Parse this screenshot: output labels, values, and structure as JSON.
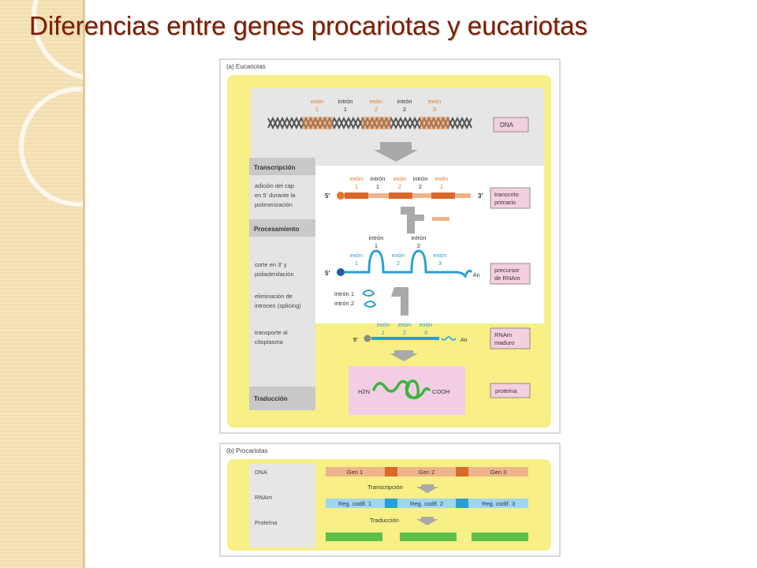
{
  "slide": {
    "title": "Diferencias entre genes procariotas y eucariotas"
  },
  "panel_a": {
    "header": "(a) Eucariotas",
    "gene_labels": [
      {
        "top": "exón",
        "bottom": "1",
        "type": "exon"
      },
      {
        "top": "intrón",
        "bottom": "1",
        "type": "intron"
      },
      {
        "top": "exón",
        "bottom": "2",
        "type": "exon"
      },
      {
        "top": "intrón",
        "bottom": "2",
        "type": "intron"
      },
      {
        "top": "exón",
        "bottom": "3",
        "type": "exon"
      }
    ],
    "dna_tag": "DNA",
    "transcription_label": "Transcripción",
    "transcription_note": [
      "adición del cap",
      "en 5' durante la",
      "polimerización"
    ],
    "primary_labels": [
      {
        "top": "exón",
        "bottom": "1",
        "type": "exon"
      },
      {
        "top": "intrón",
        "bottom": "1",
        "type": "intron"
      },
      {
        "top": "exón",
        "bottom": "2",
        "type": "exon"
      },
      {
        "top": "intrón",
        "bottom": "2",
        "type": "intron"
      },
      {
        "top": "exón",
        "bottom": "1",
        "type": "exon"
      }
    ],
    "five_prime": "5'",
    "three_prime": "3'",
    "primary_tag": [
      "transcrito",
      "primario"
    ],
    "processing_label": "Procesamiento",
    "loop_labels": [
      {
        "top": "intrón",
        "bottom": "1"
      },
      {
        "top": "intrón",
        "bottom": "2"
      }
    ],
    "precursor_exons": [
      {
        "top": "exón",
        "bottom": "1"
      },
      {
        "top": "exón",
        "bottom": "2"
      },
      {
        "top": "exón",
        "bottom": "3"
      }
    ],
    "poly_a": "An",
    "precursor_tag": [
      "precursor",
      "de RNAm"
    ],
    "cut_note": [
      "corte en 3' y",
      "poliadenilación"
    ],
    "splicing_note": [
      "eliminación de",
      "intrones (splicing)"
    ],
    "removed_introns": [
      "intrón 1",
      "intrón 2"
    ],
    "transport_note": [
      "transporte al",
      "citoplasma"
    ],
    "mature_exons": [
      {
        "top": "exón",
        "bottom": "1"
      },
      {
        "top": "exón",
        "bottom": "2"
      },
      {
        "top": "exón",
        "bottom": "3"
      }
    ],
    "mature_tag": [
      "RNAm",
      "maduro"
    ],
    "translation_label": "Traducción",
    "protein_n": "H2N",
    "protein_c": "COOH",
    "protein_tag": "proteína"
  },
  "panel_b": {
    "header": "(b) Procariotas",
    "row_labels": [
      "DNA",
      "RNAm",
      "Proteína"
    ],
    "genes": [
      "Gen 1",
      "Gen 2",
      "Gen 3"
    ],
    "transcription": "Transcripción",
    "regions": [
      "Reg. codif. 1",
      "Reg. codif. 2",
      "Reg. codif. 3"
    ],
    "translation": "Traducción"
  }
}
